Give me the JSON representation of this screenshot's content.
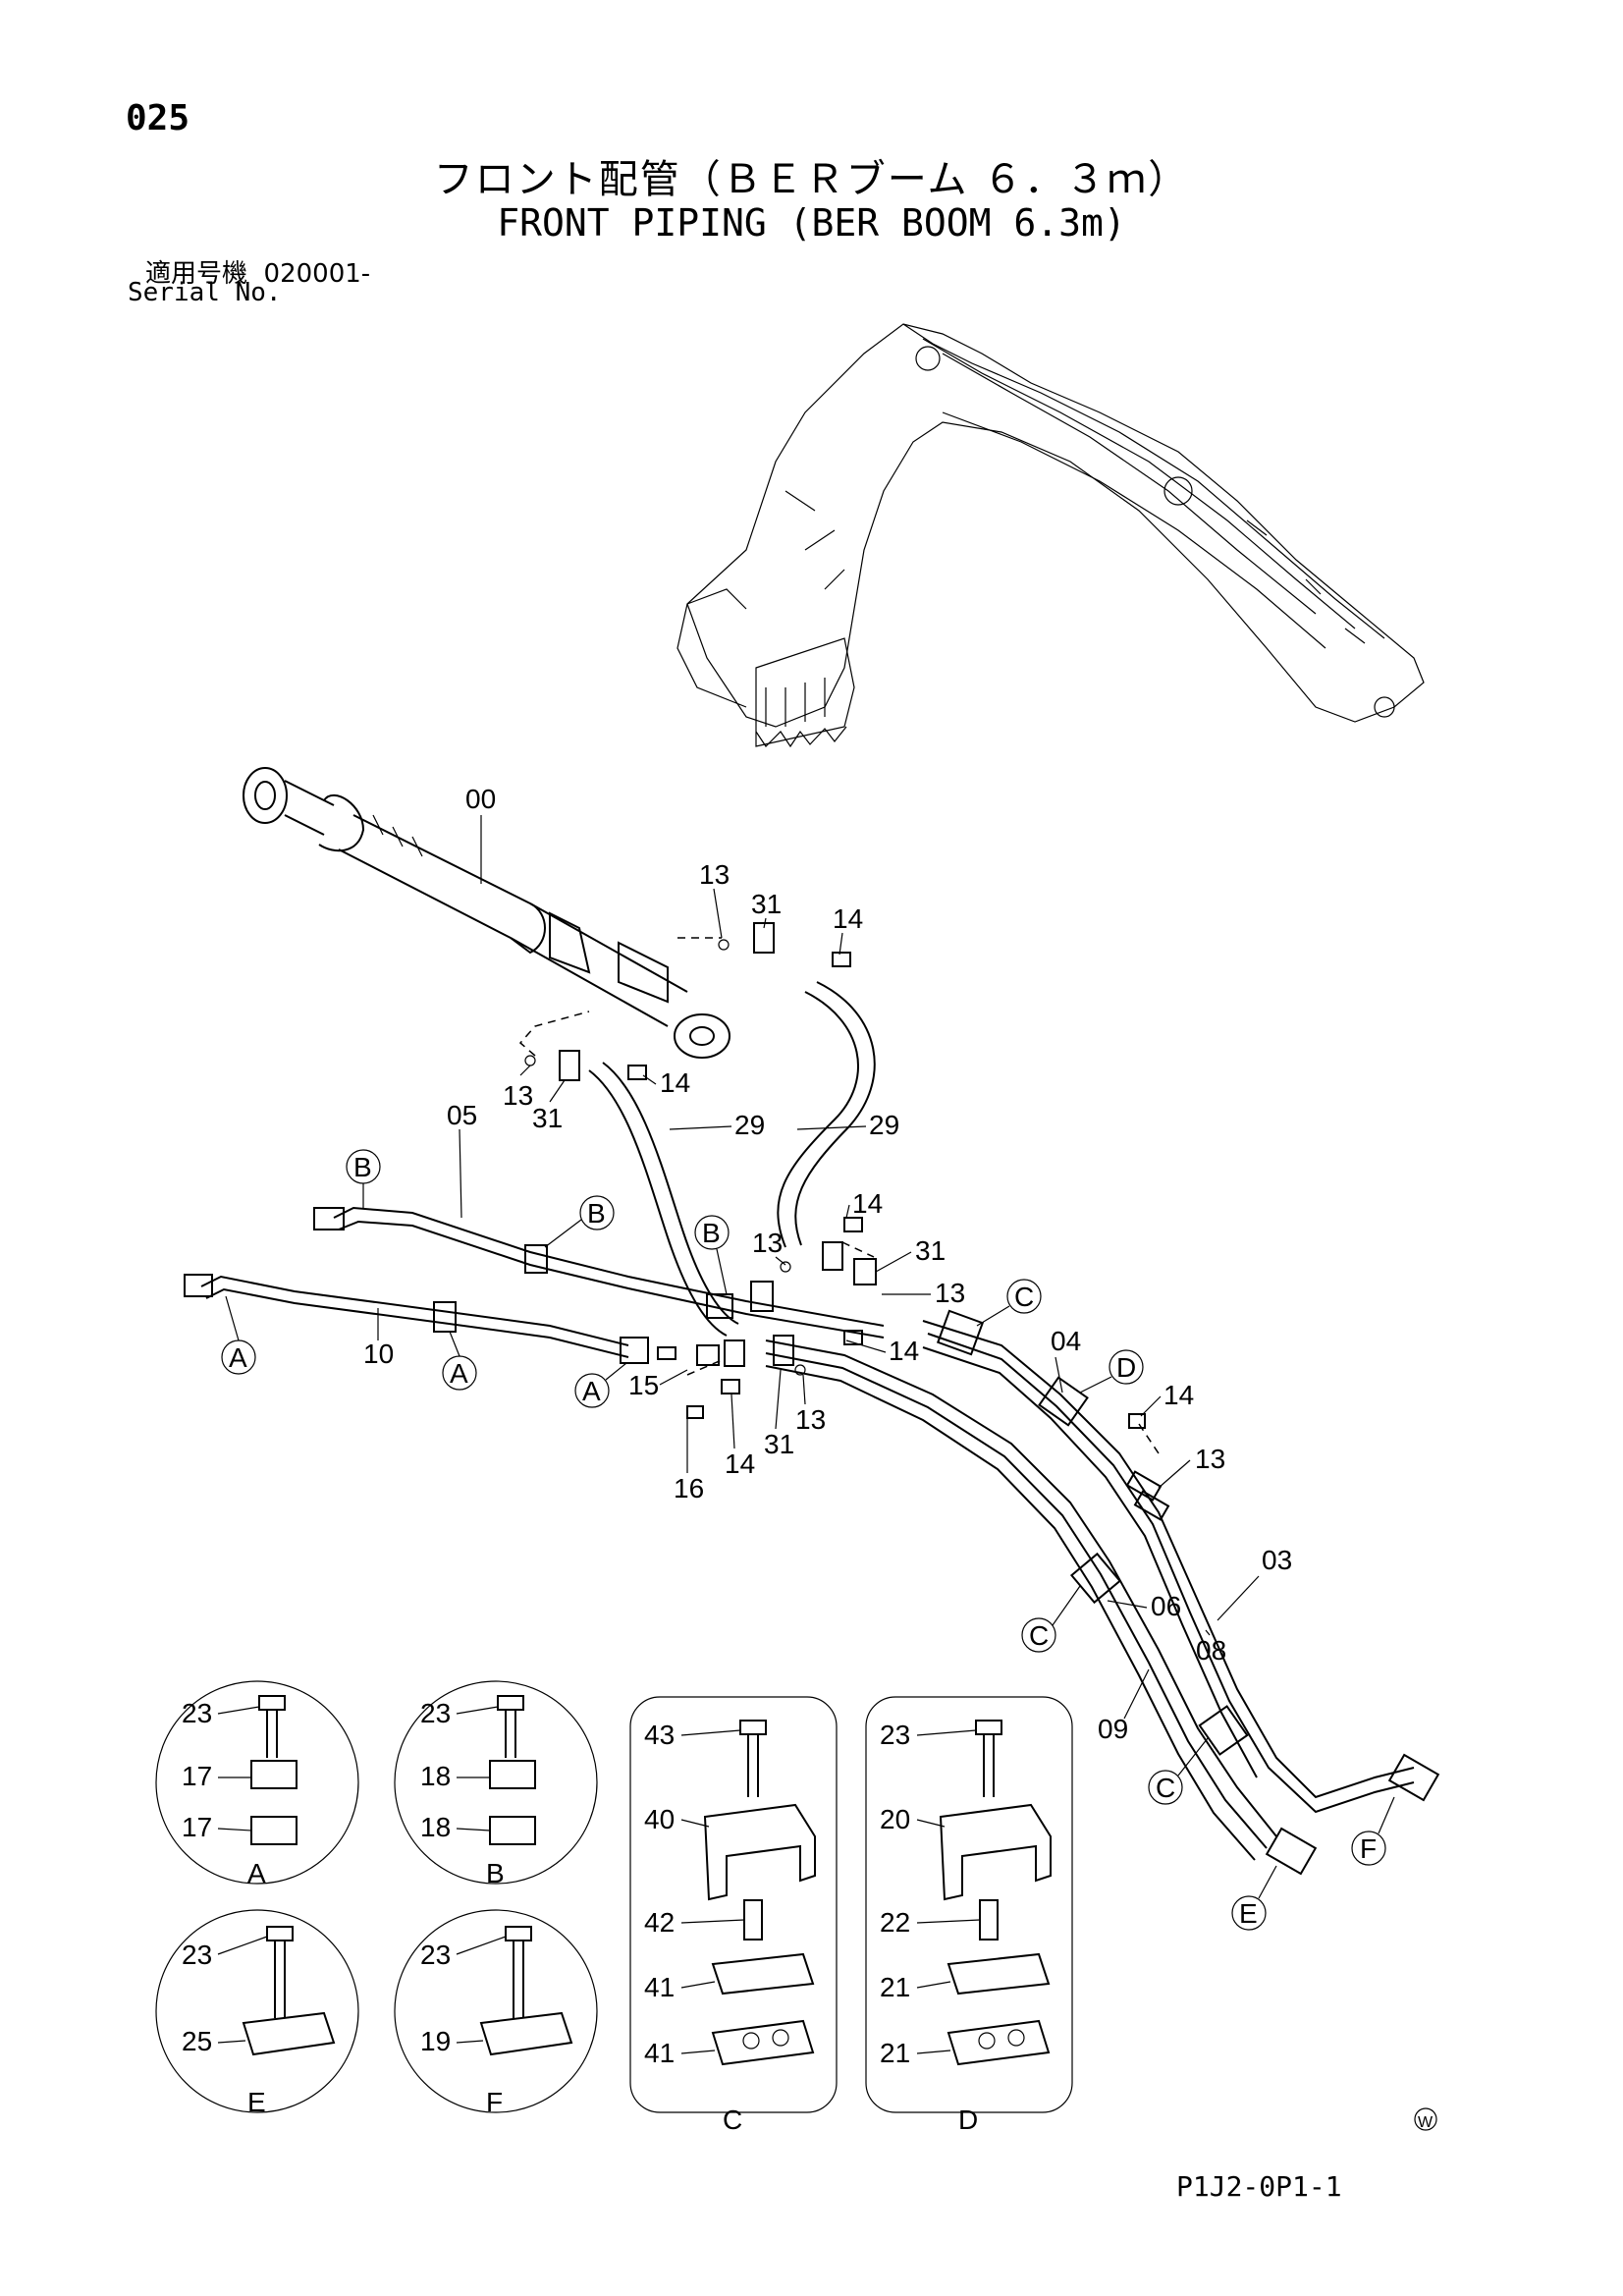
{
  "page_number": "025",
  "title_jp": "フロント配管（ＢＥＲブーム ６．３ｍ）",
  "title_en": "FRONT PIPING (BER BOOM 6.3m)",
  "serial_jp": "適用号機  020001-",
  "serial_en": "Serial No.",
  "document_code": "P1J2-0P1-1",
  "w_mark": "W",
  "part_labels": {
    "p00": "00",
    "p03": "03",
    "p04": "04",
    "p05": "05",
    "p06": "06",
    "p08": "08",
    "p09": "09",
    "p10": "10",
    "p13": "13",
    "p14": "14",
    "p15": "15",
    "p16": "16",
    "p17": "17",
    "p18": "18",
    "p19": "19",
    "p20": "20",
    "p21": "21",
    "p22": "22",
    "p23": "23",
    "p25": "25",
    "p29": "29",
    "p31": "31",
    "p40": "40",
    "p41": "41",
    "p42": "42",
    "p43": "43"
  },
  "clamp_letters": {
    "A": "A",
    "B": "B",
    "C": "C",
    "D": "D",
    "E": "E",
    "F": "F"
  }
}
